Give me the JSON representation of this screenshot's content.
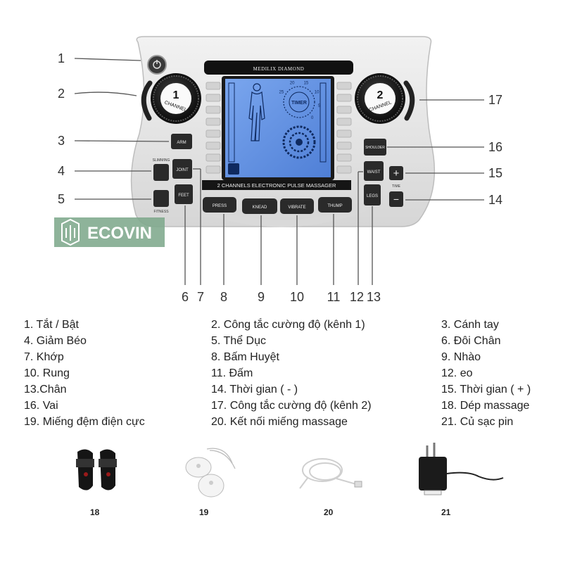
{
  "device": {
    "top_label": "MEDILIX DIAMOND",
    "screen_label": "2 CHANNELS ELECTRONIC PULSE MASSAGER",
    "lcd_timer": "TIMER",
    "lcd_scale": [
      "25",
      "20",
      "15",
      "10",
      "5",
      "0"
    ],
    "knob_left": {
      "number": "1",
      "word": "CHANNEL"
    },
    "knob_right": {
      "number": "2",
      "word": "CHANNEL"
    },
    "btn_arm": "ARM",
    "btn_joint": "JOINT",
    "btn_feet": "FEET",
    "btn_slimming": "SLIMMING",
    "btn_fitness": "FITNESS",
    "btn_shoulder": "SHOULDER",
    "btn_waist": "WAIST",
    "btn_legs": "LEGS",
    "btn_plus": "+",
    "btn_minus": "−",
    "time_label": "TIME",
    "btn_press": "PRESS",
    "btn_knead": "KNEAD",
    "btn_vibrate": "VIBRATE",
    "btn_thump": "THUMP"
  },
  "watermark": "ECOVIN",
  "callouts": {
    "c1": "1",
    "c2": "2",
    "c3": "3",
    "c4": "4",
    "c5": "5",
    "c6": "6",
    "c7": "7",
    "c8": "8",
    "c9": "9",
    "c10": "10",
    "c11": "11",
    "c12": "12",
    "c13": "13",
    "c14": "14",
    "c15": "15",
    "c16": "16",
    "c17": "17"
  },
  "legend": {
    "col1": [
      "1. Tắt / Bật",
      "4. Giảm Béo",
      "7. Khớp",
      "10. Rung",
      "13.Chân",
      "16. Vai",
      "19. Miếng đệm điện cực"
    ],
    "col2": [
      "2. Công tắc cường độ (kênh 1)",
      "5. Thể Dục",
      "8. Bấm Huyệt",
      "11. Đấm",
      "14. Thời gian  ( - )",
      "17. Công tắc cường độ (kênh 2)",
      "20. Kết nối miếng massage"
    ],
    "col3": [
      "3. Cánh tay",
      "6. Đôi Chân",
      "9. Nhào",
      "12. eo",
      "15. Thời gian  ( + )",
      "18. Dép massage",
      "21. Củ sạc pin"
    ]
  },
  "accessories": [
    {
      "number": "18",
      "icon": "slippers-icon"
    },
    {
      "number": "19",
      "icon": "electrode-pads-icon"
    },
    {
      "number": "20",
      "icon": "connection-cable-icon"
    },
    {
      "number": "21",
      "icon": "charger-adapter-icon"
    }
  ],
  "colors": {
    "lcd": "#5c8de0",
    "body": "#e3e3e3",
    "panel": "#cfcfcf",
    "button": "#2a2a2a",
    "watermark": "#7ea98c"
  }
}
